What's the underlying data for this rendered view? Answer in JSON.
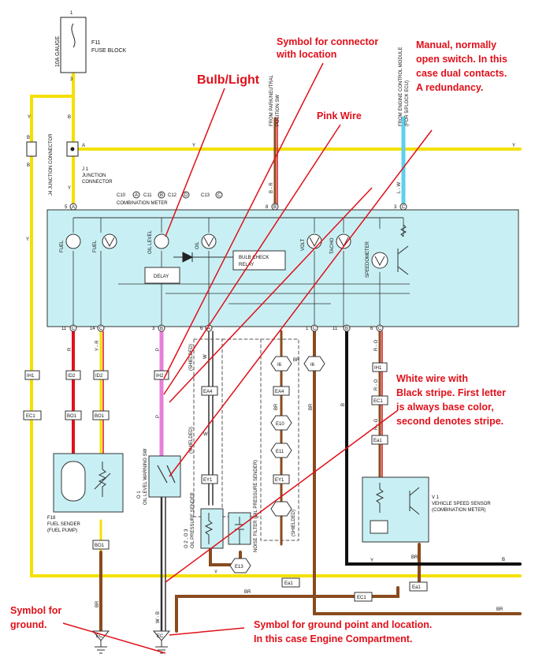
{
  "fuse": {
    "pin_top": "1",
    "pin_bottom": "3",
    "rating": "10A GAUGE",
    "id": "F11",
    "name": "FUSE BLOCK"
  },
  "junction": {
    "j4_id": "J4",
    "j4_name": "JUNCTION CONNECTOR",
    "j1_id": "J 1",
    "j1_name": "JUNCTION",
    "j1_name2": "CONNECTOR",
    "pin_a": "A",
    "pin_b": "B",
    "pin_b2": "B"
  },
  "meter": {
    "connectors": [
      {
        "id": "C10",
        "pin": "A"
      },
      {
        "id": "C11",
        "pin": "B"
      },
      {
        "id": "C12",
        "pin": "D"
      },
      {
        "id": "C13",
        "pin": "C"
      }
    ],
    "name": "COMBINATION METER",
    "gauges": [
      "FUEL",
      "FUEL",
      "OIL LEVEL",
      "OIL",
      "VOLT",
      "TACHO",
      "SPEEDOMETER"
    ],
    "delay": "DELAY",
    "bulb_check_1": "BULB CHECK",
    "bulb_check_2": "RELAY",
    "top_pins": [
      {
        "num": "5",
        "let": "A"
      },
      {
        "num": "8",
        "let": "B"
      },
      {
        "num": "3",
        "let": "C"
      }
    ],
    "bottom_pins": [
      {
        "num": "11",
        "let": "C"
      },
      {
        "num": "14",
        "let": "C"
      },
      {
        "num": "3",
        "let": "B"
      },
      {
        "num": "6",
        "let": "A"
      },
      {
        "num": "1",
        "let": "C"
      },
      {
        "num": "11",
        "let": "B"
      },
      {
        "num": "6",
        "let": "C"
      }
    ]
  },
  "from_labels": {
    "park_neutral_1": "FROM PARK/NEUTRAL",
    "park_neutral_2": "POSITION SW",
    "ecm_1": "FROM ENGINE CONTROL MODULE",
    "ecm_2": "(FOR 5/PLOCK ECU)"
  },
  "wires": {
    "y": "Y",
    "b": "B",
    "br": "BR",
    "r": "R",
    "yr": "Y - R",
    "p": "P",
    "w": "W",
    "wb": "W - B",
    "br_top": "B - R",
    "lw": "L - W",
    "ro": "R - O",
    "rg": "R - G",
    "shielded": "(SHIELDED)"
  },
  "connectors": {
    "ih1": "IH1",
    "id2": "ID2",
    "ih2": "IH2",
    "ec1": "EC1",
    "bo1": "BO1",
    "ea4": "EA4",
    "ey1": "EY1",
    "i6": "I6",
    "e10": "E10",
    "e11": "E11",
    "e13": "E13",
    "ea1": "Ea1",
    "ec": "EC",
    "ih1b": "IH1",
    "ec1b": "EC1",
    "ea1b": "Ea1"
  },
  "components": {
    "fuel_sender_id": "F18",
    "fuel_sender_1": "FUEL SENDER",
    "fuel_sender_2": "(FUEL PUMP)",
    "oil_sw_id": "O 1",
    "oil_sw_name": "OIL LEVEL WARNING SW",
    "oil_press_id": "O 2 , O 3",
    "oil_press_name": "OIL PRESSURE SENDER",
    "noise_filter": "NOISE FILTER (OIL PRESSURE SENDER)",
    "vss_id": "V 1",
    "vss_name": "VEHICLE SPEED SENSOR",
    "vss_name2": "(COMBINATION METER)"
  },
  "annotations": {
    "bulb": "Bulb/Light",
    "conn1": "Symbol for connector",
    "conn2": "with location",
    "pink": "Pink Wire",
    "manual1": "Manual, normally",
    "manual2": "open switch. In this",
    "manual3": "case dual contacts.",
    "manual4": "A redundancy.",
    "white1": "White wire with",
    "white2": "Black stripe. First letter",
    "white3": "is always base color,",
    "white4": "second denotes stripe.",
    "gsym1": "Symbol for",
    "gsym2": "ground.",
    "gpt1": "Symbol for ground point and location.",
    "gpt2": "In this case Engine Compartment."
  },
  "colors": {
    "yellow": "#f4e000",
    "brown": "#8a4a1e",
    "red": "#e0101a",
    "pink": "#e77fd8",
    "cyan_meter": "#c8f0f4",
    "lightblue": "#5ed0ec",
    "annotation": "#e0101a"
  }
}
